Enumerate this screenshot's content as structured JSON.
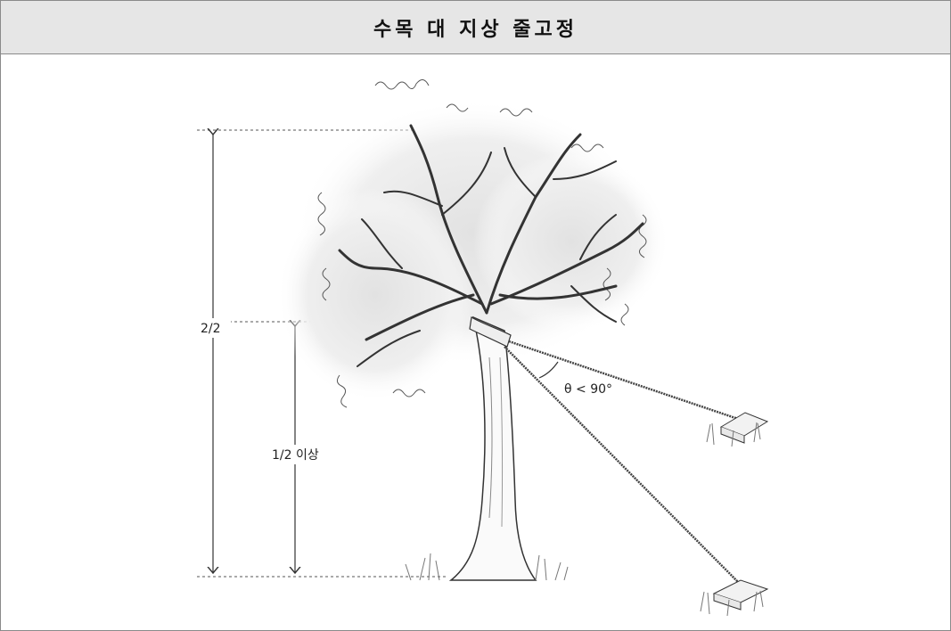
{
  "title": "수목 대 지상 줄고정",
  "labels": {
    "total_height": "2/2",
    "guy_height": "1/2 이상",
    "angle": "θ < 90°"
  }
}
